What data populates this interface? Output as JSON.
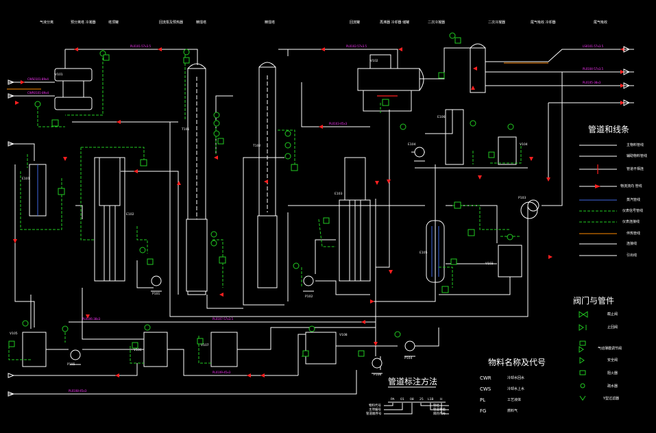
{
  "header_labels": [
    "气液分离",
    "预分离塔 冷凝器",
    "塔顶罐",
    "回流泵及预热器",
    "精馏塔",
    "精馏塔",
    "回流罐",
    "再沸器 冷却器 储罐",
    "二次冷凝器",
    "二次冷凝器",
    "尾气吸收 冷却器",
    "尾气吸收"
  ],
  "legend_pipes": {
    "title": "管道和线条",
    "items": [
      "主物料管线",
      "辅助物料管线",
      "管道不相连",
      "物流流向 管线",
      "蒸汽管线",
      "仪表信号管线",
      "仪表连接线",
      "伴热管线",
      "连接线",
      "引出线"
    ]
  },
  "legend_valves": {
    "title": "阀门与管件",
    "items": [
      "截止阀",
      "止回阀",
      "气动薄膜调节阀",
      "安全阀",
      "阻火器",
      "疏水器",
      "Y型过滤器"
    ]
  },
  "materials": {
    "title": "物料名称及代号",
    "rows": [
      {
        "code": "CWR",
        "name": "冷却水回水"
      },
      {
        "code": "CWS",
        "name": "冷却水上水"
      },
      {
        "code": "PL",
        "name": "工艺液体"
      },
      {
        "code": "FG",
        "name": "燃料气"
      }
    ]
  },
  "pipe_notation": {
    "title": "管道标注方法",
    "example": [
      "PA",
      "01",
      "08",
      "25",
      "L1B",
      "H"
    ],
    "notes": [
      "物料代号",
      "主项编号",
      "管道顺序号",
      "管径",
      "管道等级",
      "隔热代号"
    ]
  },
  "equipment_tags": [
    "V101",
    "E101",
    "E102",
    "P101",
    "T101",
    "T102",
    "V102",
    "E103",
    "E104",
    "P102",
    "E105",
    "V103",
    "E106",
    "V104",
    "P103",
    "P104",
    "V105",
    "V106",
    "V107",
    "V108",
    "P105",
    "P106"
  ],
  "pipe_labels": [
    "PL0101-57x3.5",
    "PL0102-57x3.5",
    "CWS0101-89x4",
    "CWR0101-89x4",
    "PL0103-45x3",
    "LS0101-57x3.5",
    "PL0104-57x3.5",
    "PL0105-38x3",
    "PL0106-38x3",
    "PL0107-57x3.5",
    "PL0108-45x3",
    "PL0109-45x3"
  ],
  "colors": {
    "background": "#000000",
    "main_line": "#ffffff",
    "instrument": "#22cc22",
    "flow_arrow": "#ff2020",
    "pipe_label": "#ff33ff",
    "steam": "#4169e1",
    "trace": "#ff8c00"
  }
}
